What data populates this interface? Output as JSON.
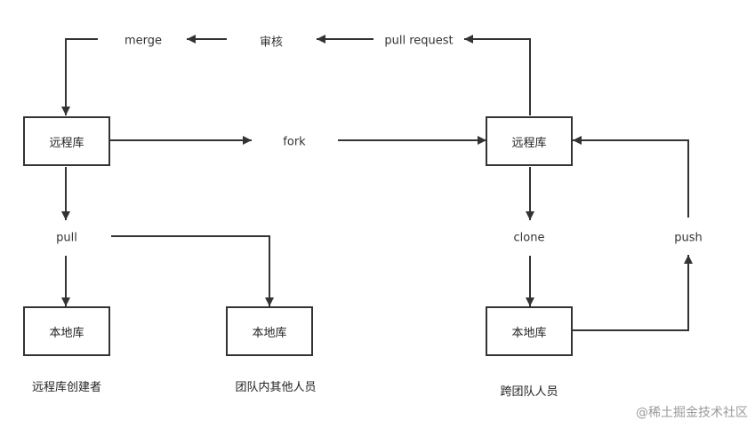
{
  "nodes": {
    "remote_left": "远程库",
    "remote_right": "远程库",
    "local_left": "本地库",
    "local_middle": "本地库",
    "local_right": "本地库"
  },
  "labels": {
    "merge": "merge",
    "review": "审核",
    "pull_request": "pull request",
    "fork": "fork",
    "pull": "pull",
    "clone": "clone",
    "push": "push"
  },
  "captions": {
    "creator": "远程库创建者",
    "team": "团队内其他人员",
    "cross_team": "跨团队人员"
  },
  "watermark": "@稀土掘金技术社区"
}
